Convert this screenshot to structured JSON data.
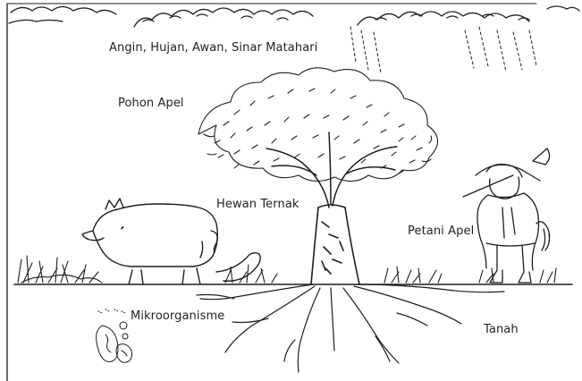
{
  "labels": {
    "weather": "Angin, Hujan, Awan, Sinar Matahari",
    "tree": "Pohon Apel",
    "livestock": "Hewan Ternak",
    "farmer": "Petani Apel",
    "microorganisms": "Mikroorganisme",
    "soil": "Tanah"
  },
  "colors": {
    "ink": "#1e1e1e",
    "background": "#ffffff"
  }
}
